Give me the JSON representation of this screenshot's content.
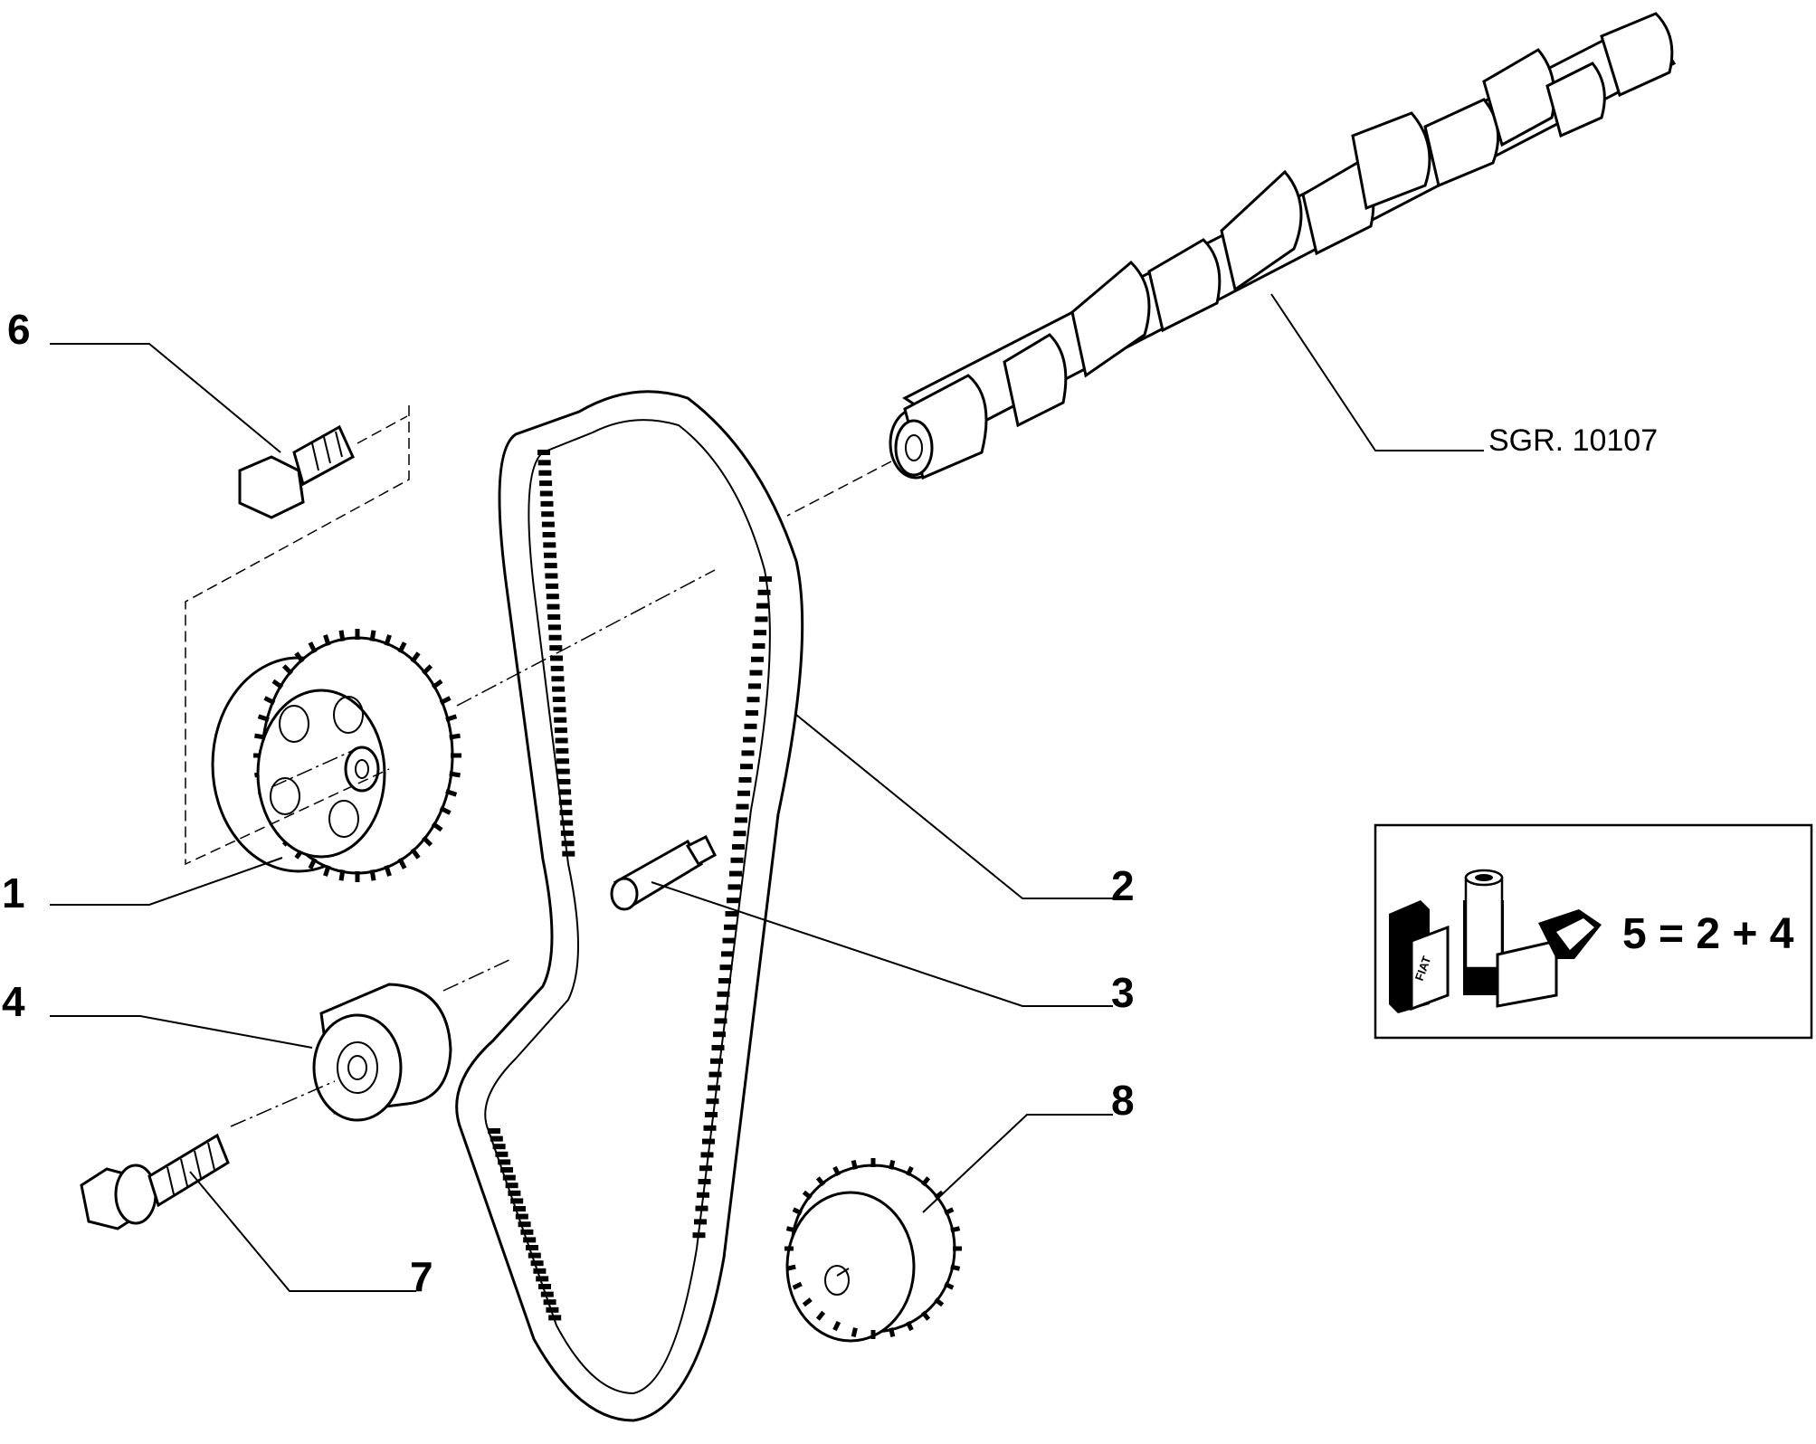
{
  "callouts": {
    "c1": "1",
    "c2": "2",
    "c3": "3",
    "c4": "4",
    "c6": "6",
    "c7": "7",
    "c8": "8"
  },
  "reference": "SGR. 10107",
  "kit_box": {
    "formula": "5 = 2 + 4",
    "brand": "FIAT"
  }
}
